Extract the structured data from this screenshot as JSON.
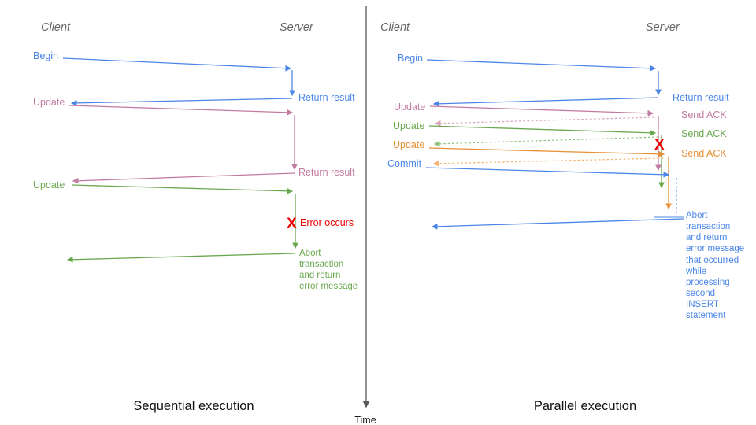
{
  "palette": {
    "blue": "#4a86e8",
    "pink": "#c27ba0",
    "green": "#6aa84f",
    "orange": "#e69138",
    "red": "#ee0000",
    "header_gray": "#666666",
    "axis_gray": "#595959",
    "dotted_blue": "#6d9eeb",
    "dotted_pink": "#d5a6bd",
    "dotted_green": "#93c47d",
    "dotted_orange": "#f6b26b"
  },
  "time_axis": {
    "label": "Time"
  },
  "left": {
    "title": "Sequential execution",
    "client_header": "Client",
    "server_header": "Server",
    "steps": {
      "begin": "Begin",
      "return1": "Return result",
      "update1": "Update",
      "return2": "Return result",
      "update2": "Update",
      "error_mark": "X",
      "error_label": "Error occurs",
      "abort_lines": [
        "Abort",
        "transaction",
        "and return",
        "error message"
      ]
    }
  },
  "right": {
    "title": "Parallel execution",
    "client_header": "Client",
    "server_header": "Server",
    "steps": {
      "begin": "Begin",
      "return1": "Return result",
      "update1": "Update",
      "ack1": "Send ACK",
      "update2": "Update",
      "ack2": "Send ACK",
      "update3": "Update",
      "ack3": "Send ACK",
      "commit": "Commit",
      "error_mark": "X",
      "abort_lines": [
        "Abort",
        "transaction",
        "and return",
        "error message",
        "that occurred",
        "while",
        "processing",
        "second",
        "INSERT",
        "statement"
      ]
    }
  }
}
